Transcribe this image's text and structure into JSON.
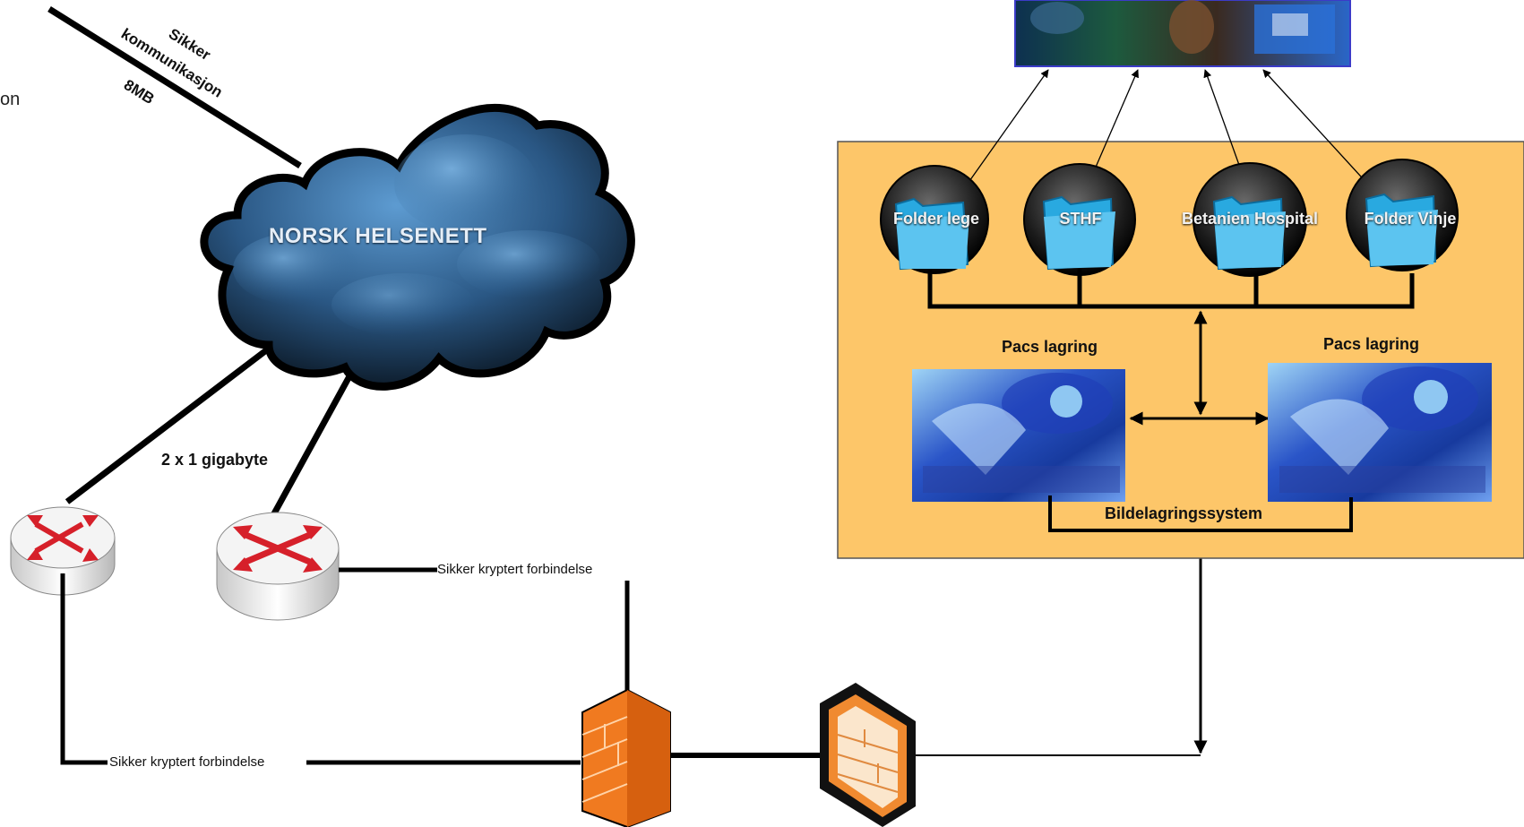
{
  "labels": {
    "edge_fragment": "on",
    "link_top_line1": "Sikker",
    "link_top_line2": "kommunikasjon",
    "link_top_speed": "8MB",
    "cloud": "NORSK HELSENETT",
    "link_bottom_speed": "2 x 1 gigabyte",
    "vpn_right": "Sikker kryptert forbindelse",
    "vpn_left": "Sikker kryptert forbindelse",
    "pacs_left": "Pacs lagring",
    "pacs_right": "Pacs lagring",
    "storage_system": "Bildelagringssystem"
  },
  "folders": [
    "Folder lege",
    "STHF",
    "Betanien Hospital",
    "Folder Vinje"
  ],
  "colors": {
    "panel_bg": "#fdc669",
    "line": "#000000",
    "cloud_dark": "#0e1d2c",
    "cloud_light": "#4f8fc9",
    "router_arrow": "#d6202a",
    "firewall_orange": "#f07a20",
    "folder_blue": "#29a9e0"
  }
}
